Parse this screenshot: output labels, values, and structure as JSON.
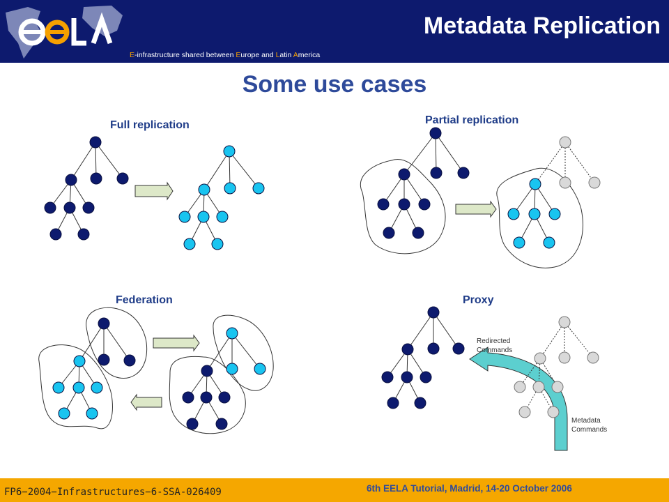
{
  "header": {
    "logo_text": "ee LA",
    "tagline": {
      "parts": [
        {
          "text": "E",
          "hl": true
        },
        {
          "text": "-infrastructure shared between ",
          "hl": false
        },
        {
          "text": "E",
          "hl": true
        },
        {
          "text": "urope and ",
          "hl": false
        },
        {
          "text": "L",
          "hl": true
        },
        {
          "text": "atin ",
          "hl": false
        },
        {
          "text": "A",
          "hl": true
        },
        {
          "text": "merica",
          "hl": false
        }
      ]
    },
    "title": "Metadata Replication"
  },
  "subtitle": "Some use cases",
  "sections": {
    "full_replication": "Full replication",
    "partial_replication": "Partial replication",
    "federation": "Federation",
    "proxy": "Proxy"
  },
  "proxy_labels": {
    "redirected": [
      "Redirected",
      "Commands"
    ],
    "metadata": [
      "Metadata",
      "Commands"
    ]
  },
  "colors": {
    "header_bg": "#0d1a6e",
    "footer_bg": "#f5a700",
    "node_dark": "#0d1a6e",
    "node_cyan": "#19c4f0",
    "node_gray": "#d9d9d9",
    "arrow_fill": "#dde8c8",
    "proxy_arrow": "#5ccfcf"
  },
  "footer": {
    "left": "FP6−2004−Infrastructures−6-SSA-026409",
    "right": "6th EELA Tutorial, Madrid, 14-20 October 2006"
  }
}
